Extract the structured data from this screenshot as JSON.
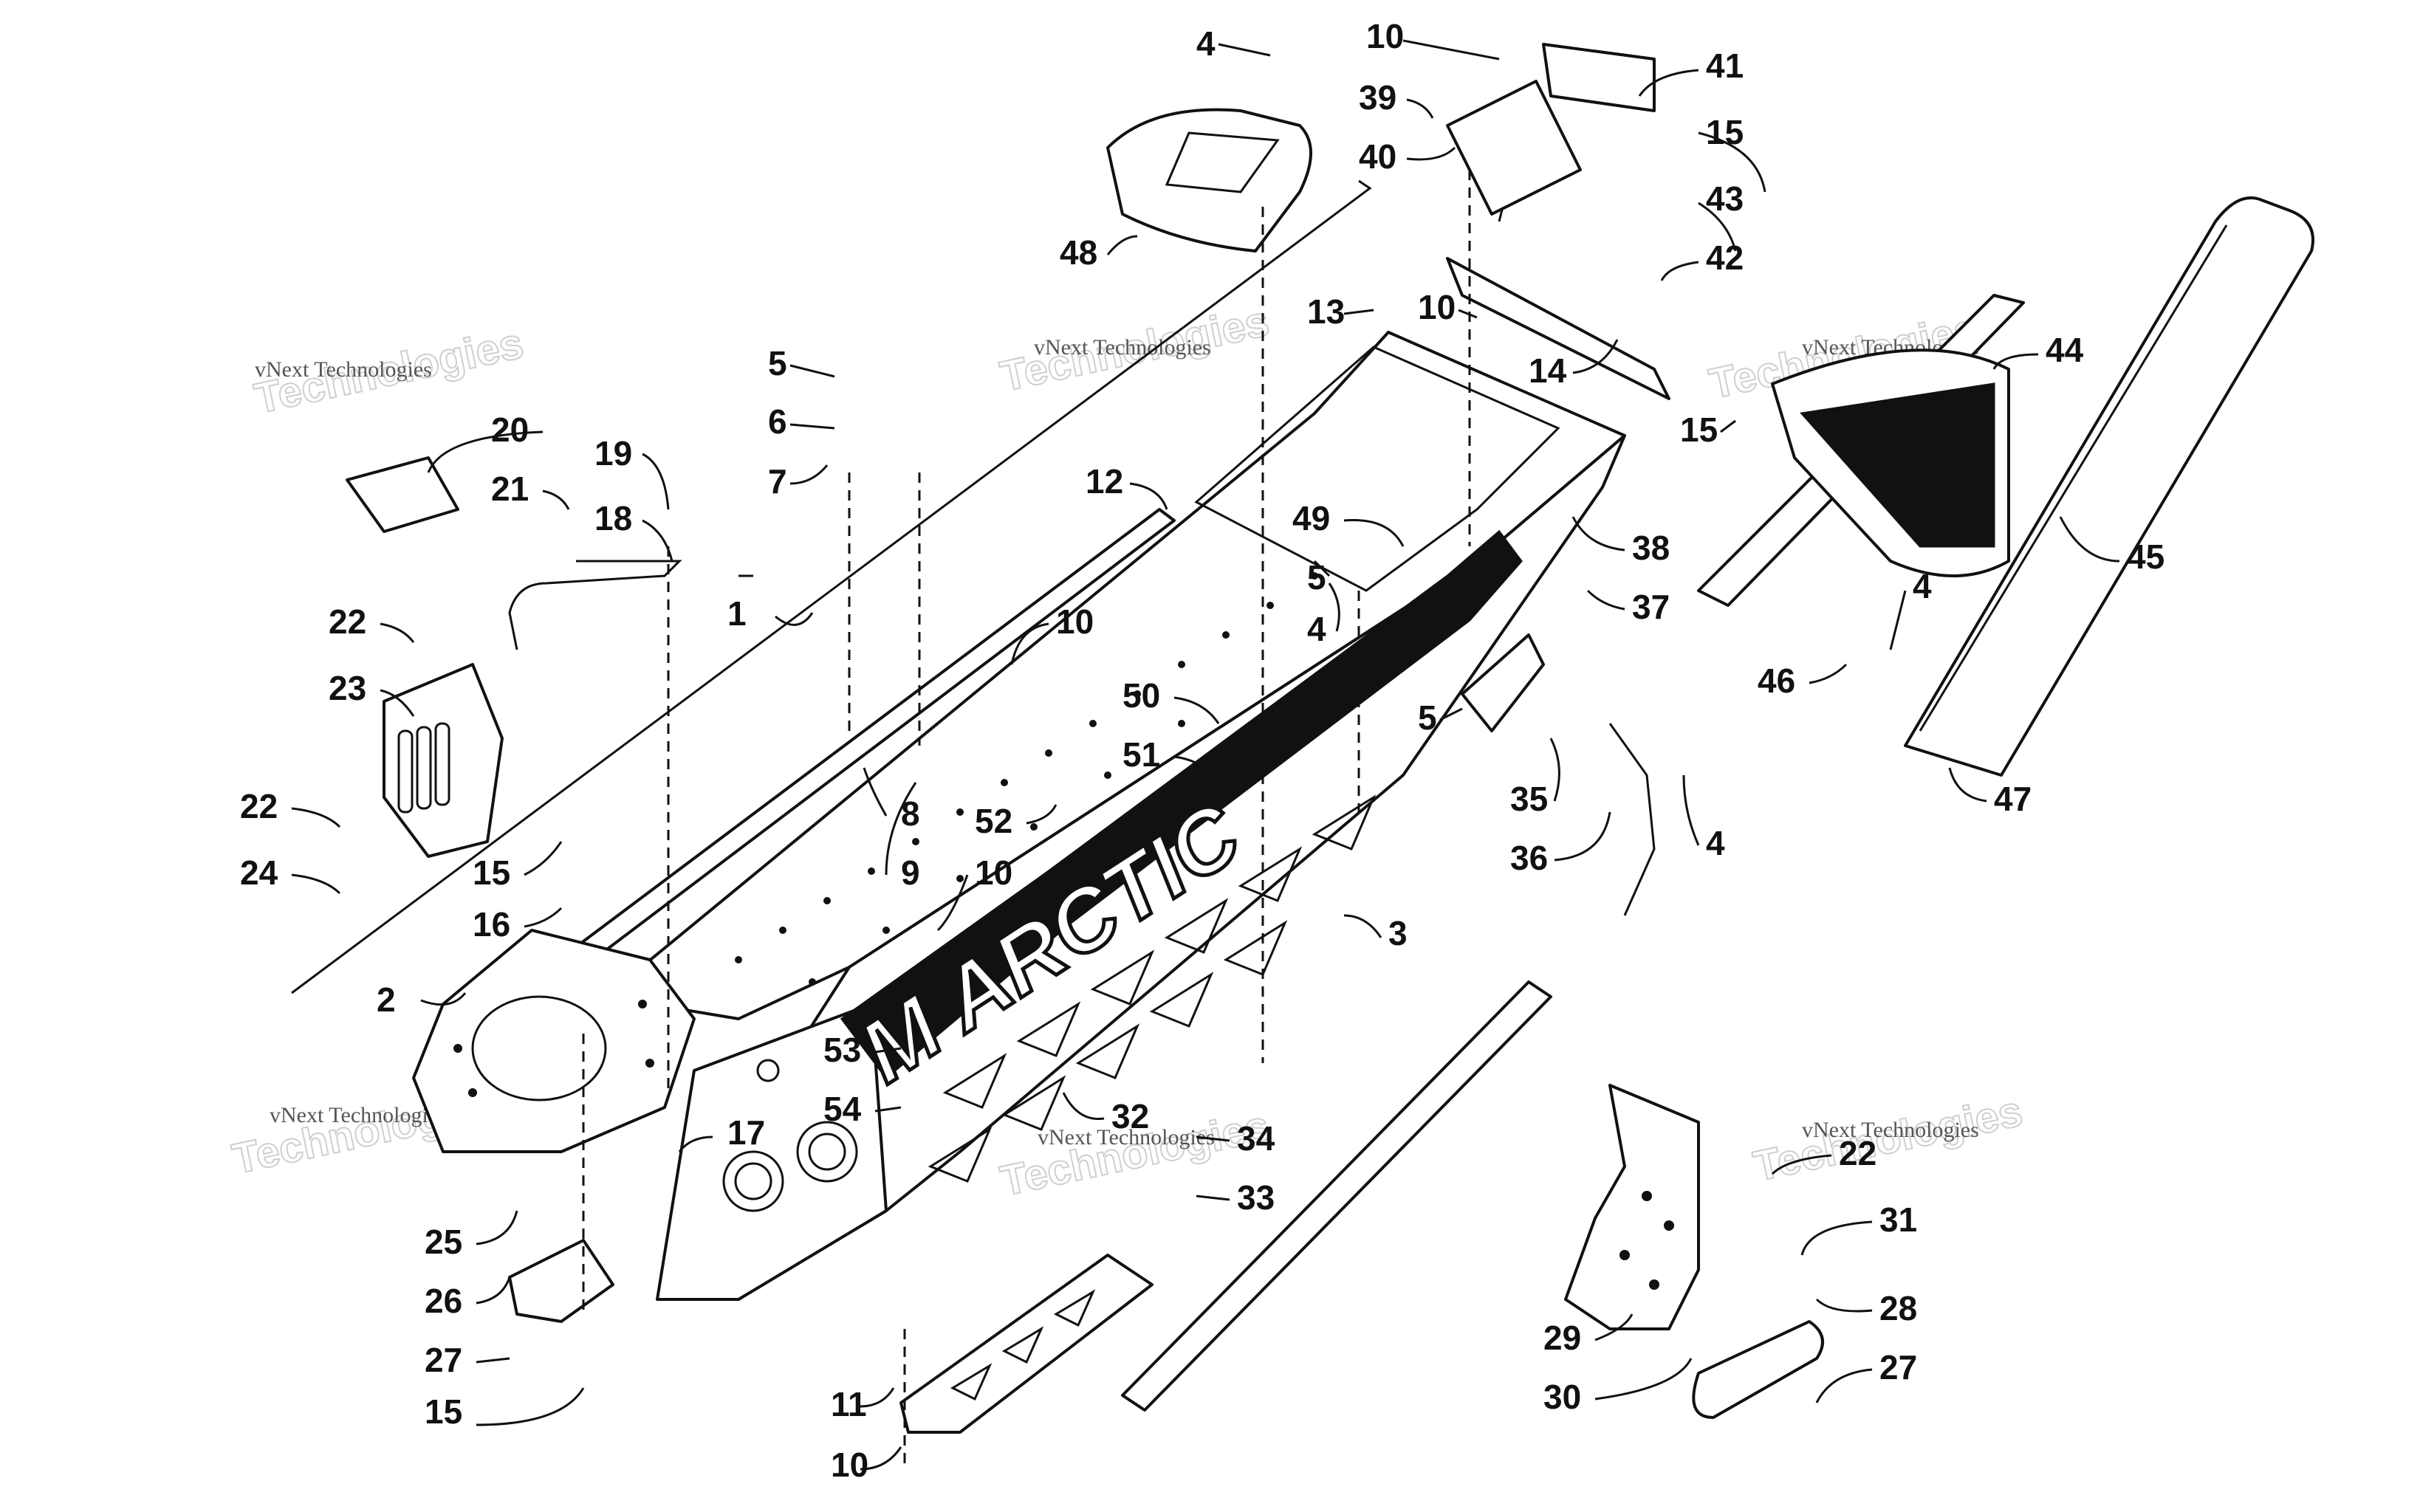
{
  "diagram": {
    "decal_text": "M ARCTIC",
    "watermark": {
      "line1": "vNext Technologies",
      "line2": "Technologies"
    },
    "callouts": [
      {
        "id": "c1",
        "label": "1"
      },
      {
        "id": "c2",
        "label": "2"
      },
      {
        "id": "c3",
        "label": "3"
      },
      {
        "id": "c4a",
        "label": "4"
      },
      {
        "id": "c4b",
        "label": "4"
      },
      {
        "id": "c4c",
        "label": "4"
      },
      {
        "id": "c4d",
        "label": "4"
      },
      {
        "id": "c5a",
        "label": "5"
      },
      {
        "id": "c5b",
        "label": "5"
      },
      {
        "id": "c5c",
        "label": "5"
      },
      {
        "id": "c6",
        "label": "6"
      },
      {
        "id": "c7",
        "label": "7"
      },
      {
        "id": "c8",
        "label": "8"
      },
      {
        "id": "c9",
        "label": "9"
      },
      {
        "id": "c10a",
        "label": "10"
      },
      {
        "id": "c10b",
        "label": "10"
      },
      {
        "id": "c10c",
        "label": "10"
      },
      {
        "id": "c10d",
        "label": "10"
      },
      {
        "id": "c10e",
        "label": "10"
      },
      {
        "id": "c11",
        "label": "11"
      },
      {
        "id": "c12",
        "label": "12"
      },
      {
        "id": "c13",
        "label": "13"
      },
      {
        "id": "c14",
        "label": "14"
      },
      {
        "id": "c15a",
        "label": "15"
      },
      {
        "id": "c15b",
        "label": "15"
      },
      {
        "id": "c15c",
        "label": "15"
      },
      {
        "id": "c15d",
        "label": "15"
      },
      {
        "id": "c16",
        "label": "16"
      },
      {
        "id": "c17",
        "label": "17"
      },
      {
        "id": "c18",
        "label": "18"
      },
      {
        "id": "c19",
        "label": "19"
      },
      {
        "id": "c20",
        "label": "20"
      },
      {
        "id": "c21",
        "label": "21"
      },
      {
        "id": "c22a",
        "label": "22"
      },
      {
        "id": "c22b",
        "label": "22"
      },
      {
        "id": "c22c",
        "label": "22"
      },
      {
        "id": "c23",
        "label": "23"
      },
      {
        "id": "c24",
        "label": "24"
      },
      {
        "id": "c25",
        "label": "25"
      },
      {
        "id": "c26",
        "label": "26"
      },
      {
        "id": "c27a",
        "label": "27"
      },
      {
        "id": "c27b",
        "label": "27"
      },
      {
        "id": "c28",
        "label": "28"
      },
      {
        "id": "c29",
        "label": "29"
      },
      {
        "id": "c30",
        "label": "30"
      },
      {
        "id": "c31",
        "label": "31"
      },
      {
        "id": "c32",
        "label": "32"
      },
      {
        "id": "c33",
        "label": "33"
      },
      {
        "id": "c34",
        "label": "34"
      },
      {
        "id": "c35",
        "label": "35"
      },
      {
        "id": "c36",
        "label": "36"
      },
      {
        "id": "c37",
        "label": "37"
      },
      {
        "id": "c38",
        "label": "38"
      },
      {
        "id": "c39",
        "label": "39"
      },
      {
        "id": "c40",
        "label": "40"
      },
      {
        "id": "c41",
        "label": "41"
      },
      {
        "id": "c42",
        "label": "42"
      },
      {
        "id": "c43",
        "label": "43"
      },
      {
        "id": "c44",
        "label": "44"
      },
      {
        "id": "c45",
        "label": "45"
      },
      {
        "id": "c46",
        "label": "46"
      },
      {
        "id": "c47",
        "label": "47"
      },
      {
        "id": "c48",
        "label": "48"
      },
      {
        "id": "c49",
        "label": "49"
      },
      {
        "id": "c50",
        "label": "50"
      },
      {
        "id": "c51",
        "label": "51"
      },
      {
        "id": "c52",
        "label": "52"
      },
      {
        "id": "c53",
        "label": "53"
      },
      {
        "id": "c54",
        "label": "54"
      }
    ]
  }
}
